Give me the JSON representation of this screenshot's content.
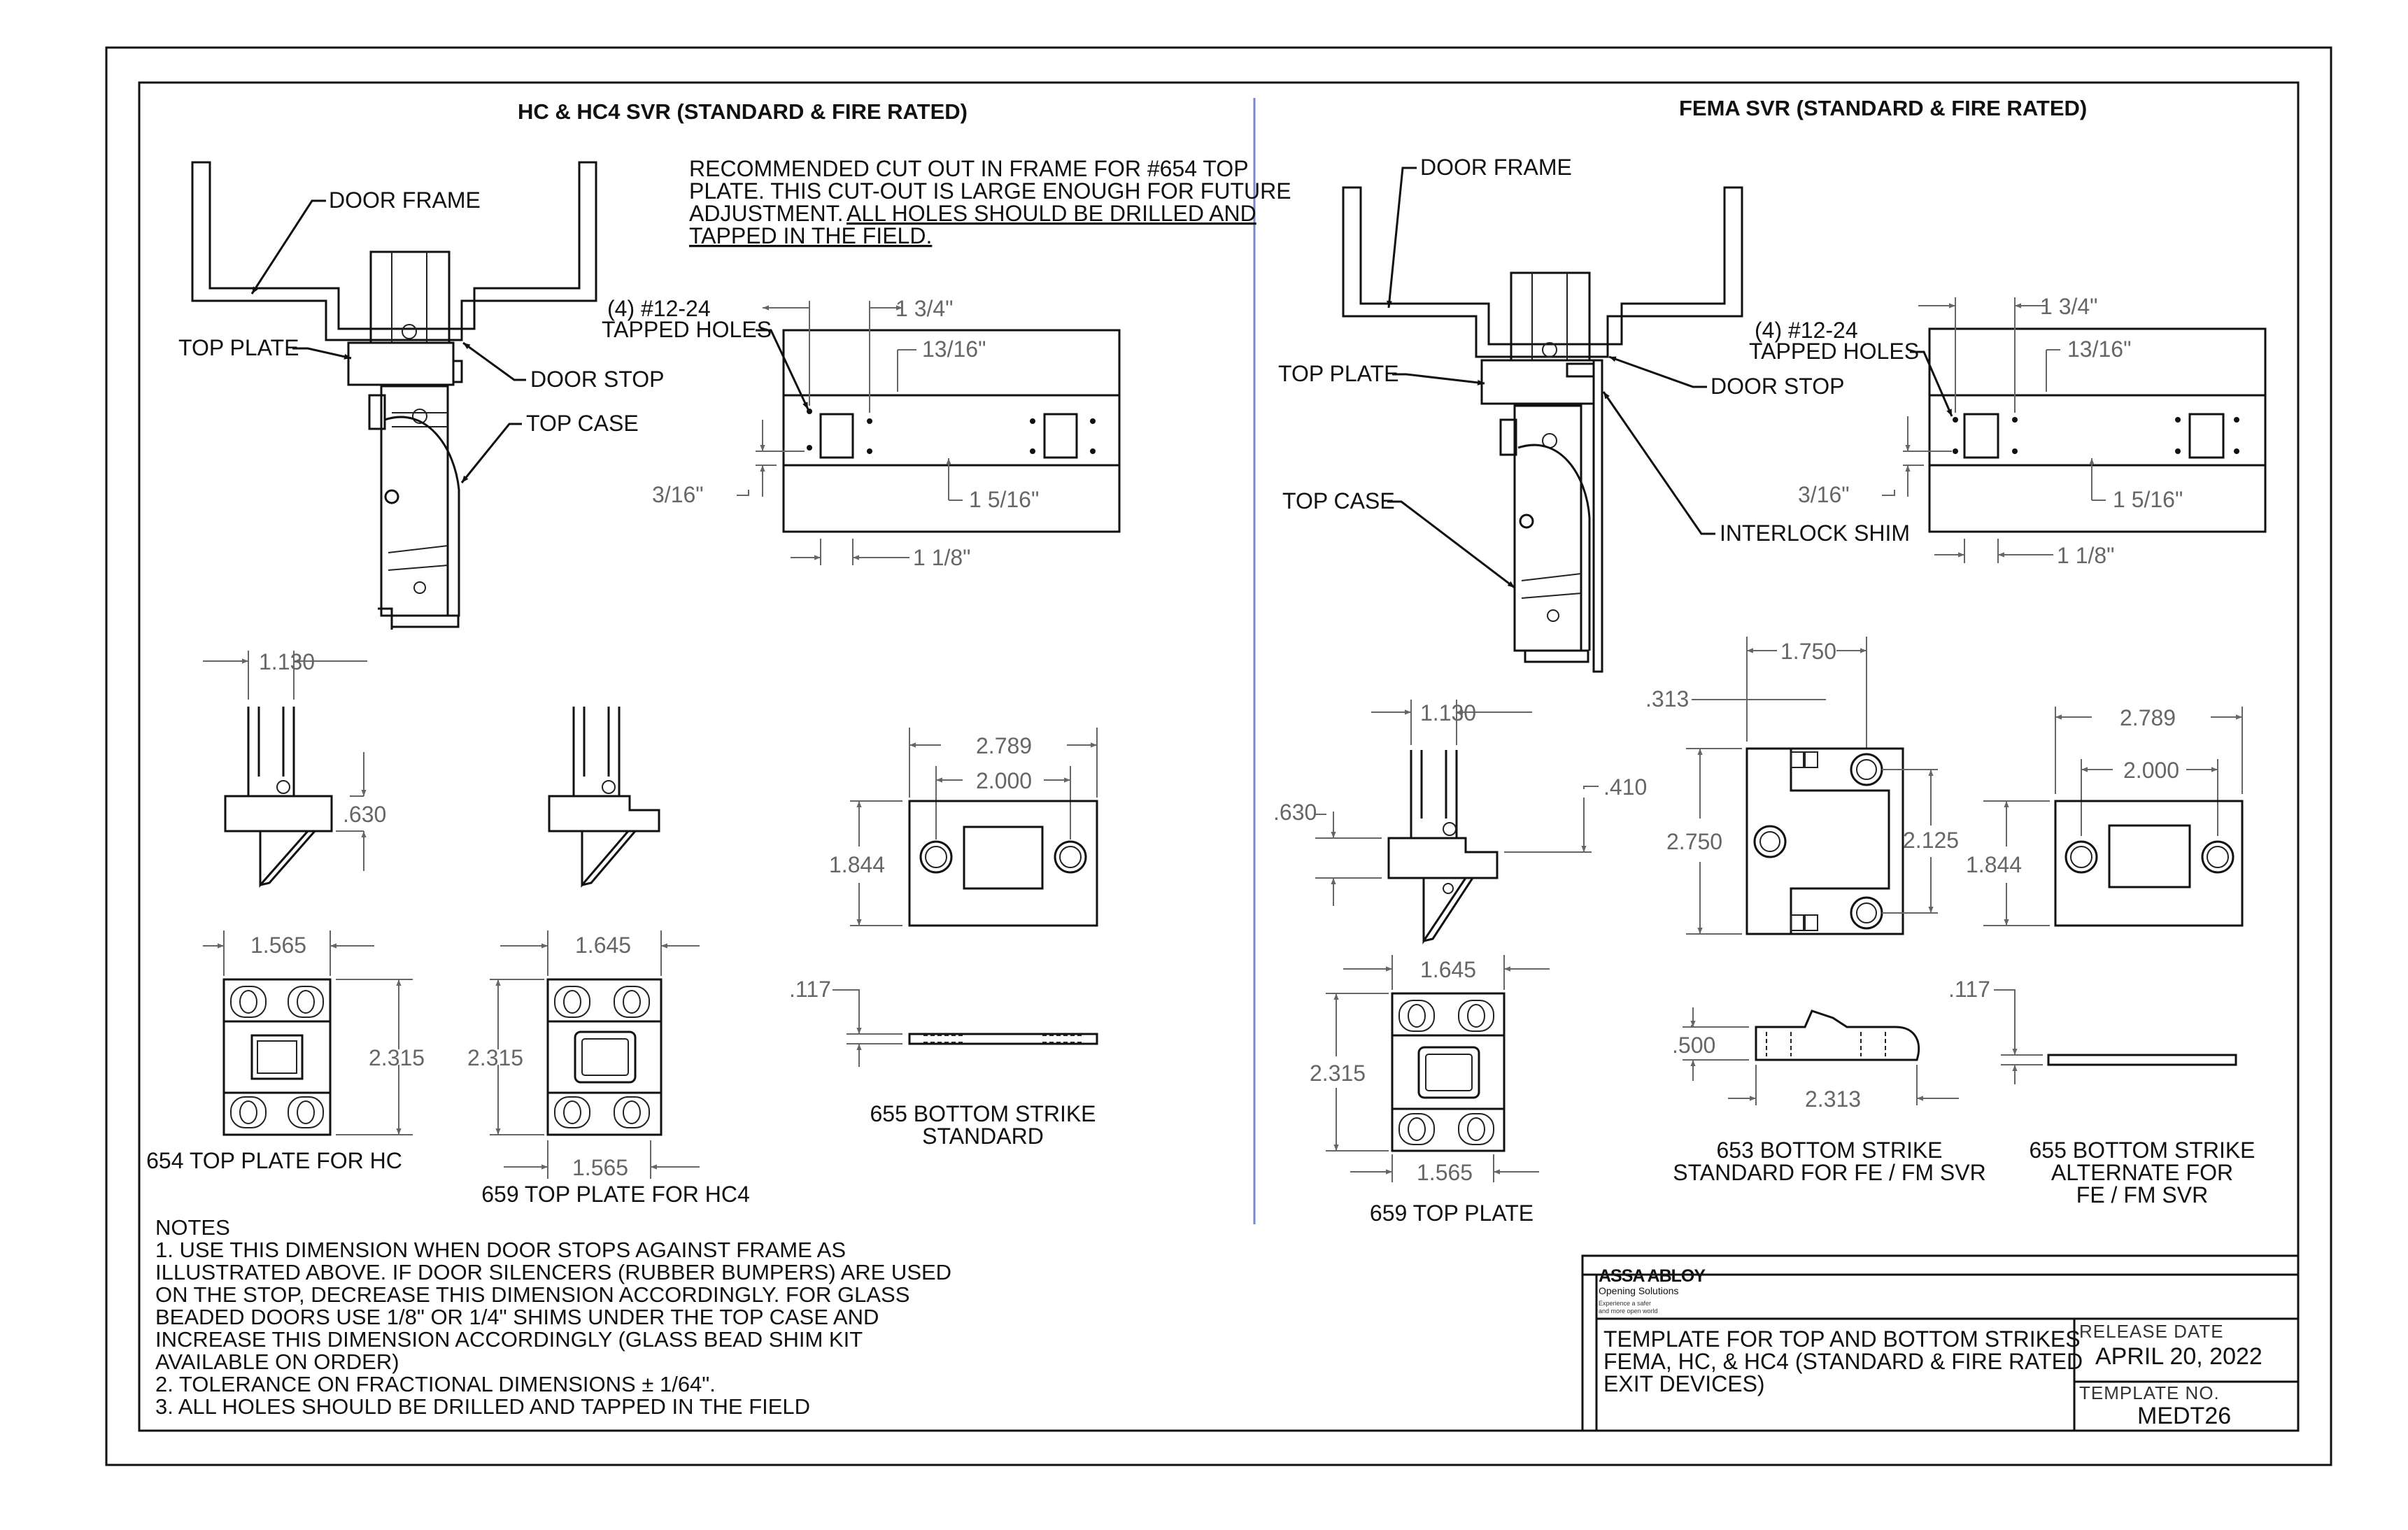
{
  "left_section": {
    "title": "HC & HC4 SVR (STANDARD & FIRE RATED)",
    "callouts": {
      "door_frame": "DOOR FRAME",
      "top_plate": "TOP PLATE",
      "door_stop": "DOOR STOP",
      "top_case": "TOP CASE"
    },
    "cutout_note": [
      "RECOMMENDED CUT OUT IN FRAME FOR #654 TOP",
      "PLATE. THIS CUT-OUT IS LARGE ENOUGH FOR FUTURE",
      "ADJUSTMENT.",
      "ALL HOLES SHOULD BE DRILLED AND",
      "TAPPED IN THE FIELD."
    ],
    "cutout_dims": {
      "holes_1": "(4) #12-24",
      "holes_2": "TAPPED HOLES",
      "d1": "1 3/4\"",
      "d2": "13/16\"",
      "d3": "3/16\"",
      "d4": "1 5/16\"",
      "d5": "1 1/8\""
    },
    "dims": {
      "w_1130": "1.130",
      "h_630": ".630",
      "w_1565": "1.565",
      "h_2315a": "2.315",
      "w_1645": "1.645",
      "h_2315b": "2.315",
      "w_1565b": "1.565",
      "w_2789": "2.789",
      "w_2000": "2.000",
      "h_1844": "1.844",
      "t_117": ".117"
    },
    "captions": {
      "plate_654": "654 TOP PLATE FOR HC",
      "plate_659": "659 TOP PLATE FOR HC4",
      "strike_655_1": "655 BOTTOM STRIKE",
      "strike_655_2": "STANDARD"
    }
  },
  "right_section": {
    "title": "FEMA SVR (STANDARD & FIRE RATED)",
    "callouts": {
      "door_frame": "DOOR FRAME",
      "top_plate": "TOP PLATE",
      "door_stop": "DOOR STOP",
      "top_case": "TOP CASE",
      "interlock_shim": "INTERLOCK SHIM"
    },
    "cutout_dims": {
      "holes_1": "(4) #12-24",
      "holes_2": "TAPPED HOLES",
      "d1": "1 3/4\"",
      "d2": "13/16\"",
      "d3": "3/16\"",
      "d4": "1 5/16\"",
      "d5": "1 1/8\""
    },
    "dims": {
      "w_1130": "1.130",
      "h_630": ".630",
      "h_410": ".410",
      "w_1750": "1.750",
      "h_313": ".313",
      "h_2750": "2.750",
      "h_2125": "2.125",
      "w_2789": "2.789",
      "w_2000": "2.000",
      "h_1844": "1.844",
      "w_1645": "1.645",
      "h_2315": "2.315",
      "w_1565": "1.565",
      "h_500": ".500",
      "w_2313": "2.313",
      "t_117": ".117"
    },
    "captions": {
      "plate_659": "659 TOP PLATE",
      "strike_653_1": "653 BOTTOM STRIKE",
      "strike_653_2": "STANDARD FOR FE / FM SVR",
      "strike_655_1": "655 BOTTOM STRIKE",
      "strike_655_2": "ALTERNATE FOR",
      "strike_655_3": "FE / FM SVR"
    }
  },
  "notes": {
    "heading": "NOTES",
    "lines": [
      "1.  USE THIS DIMENSION WHEN DOOR STOPS AGAINST FRAME AS",
      "ILLUSTRATED ABOVE.  IF DOOR SILENCERS (RUBBER BUMPERS) ARE USED",
      "ON THE STOP, DECREASE THIS DIMENSION ACCORDINGLY.  FOR GLASS",
      "BEADED DOORS USE 1/8\" OR 1/4\" SHIMS UNDER THE TOP CASE AND",
      "INCREASE THIS DIMENSION ACCORDINGLY (GLASS BEAD SHIM KIT",
      "AVAILABLE ON ORDER)",
      "2. TOLERANCE ON FRACTIONAL DIMENSIONS ± 1/64\".",
      "3. ALL HOLES SHOULD BE DRILLED AND TAPPED IN THE FIELD"
    ]
  },
  "title_block": {
    "brand": "ASSA ABLOY",
    "brand_sub": "Opening Solutions",
    "tagline_1": "Experience a safer",
    "tagline_2": "and more open world",
    "description": [
      "TEMPLATE FOR TOP AND BOTTOM STRIKES",
      "FEMA, HC, & HC4 (STANDARD & FIRE RATED",
      "EXIT DEVICES)"
    ],
    "release_label": "RELEASE  DATE",
    "release_date": "APRIL 20, 2022",
    "template_label": "TEMPLATE  NO.",
    "template_no": "MEDT26"
  }
}
